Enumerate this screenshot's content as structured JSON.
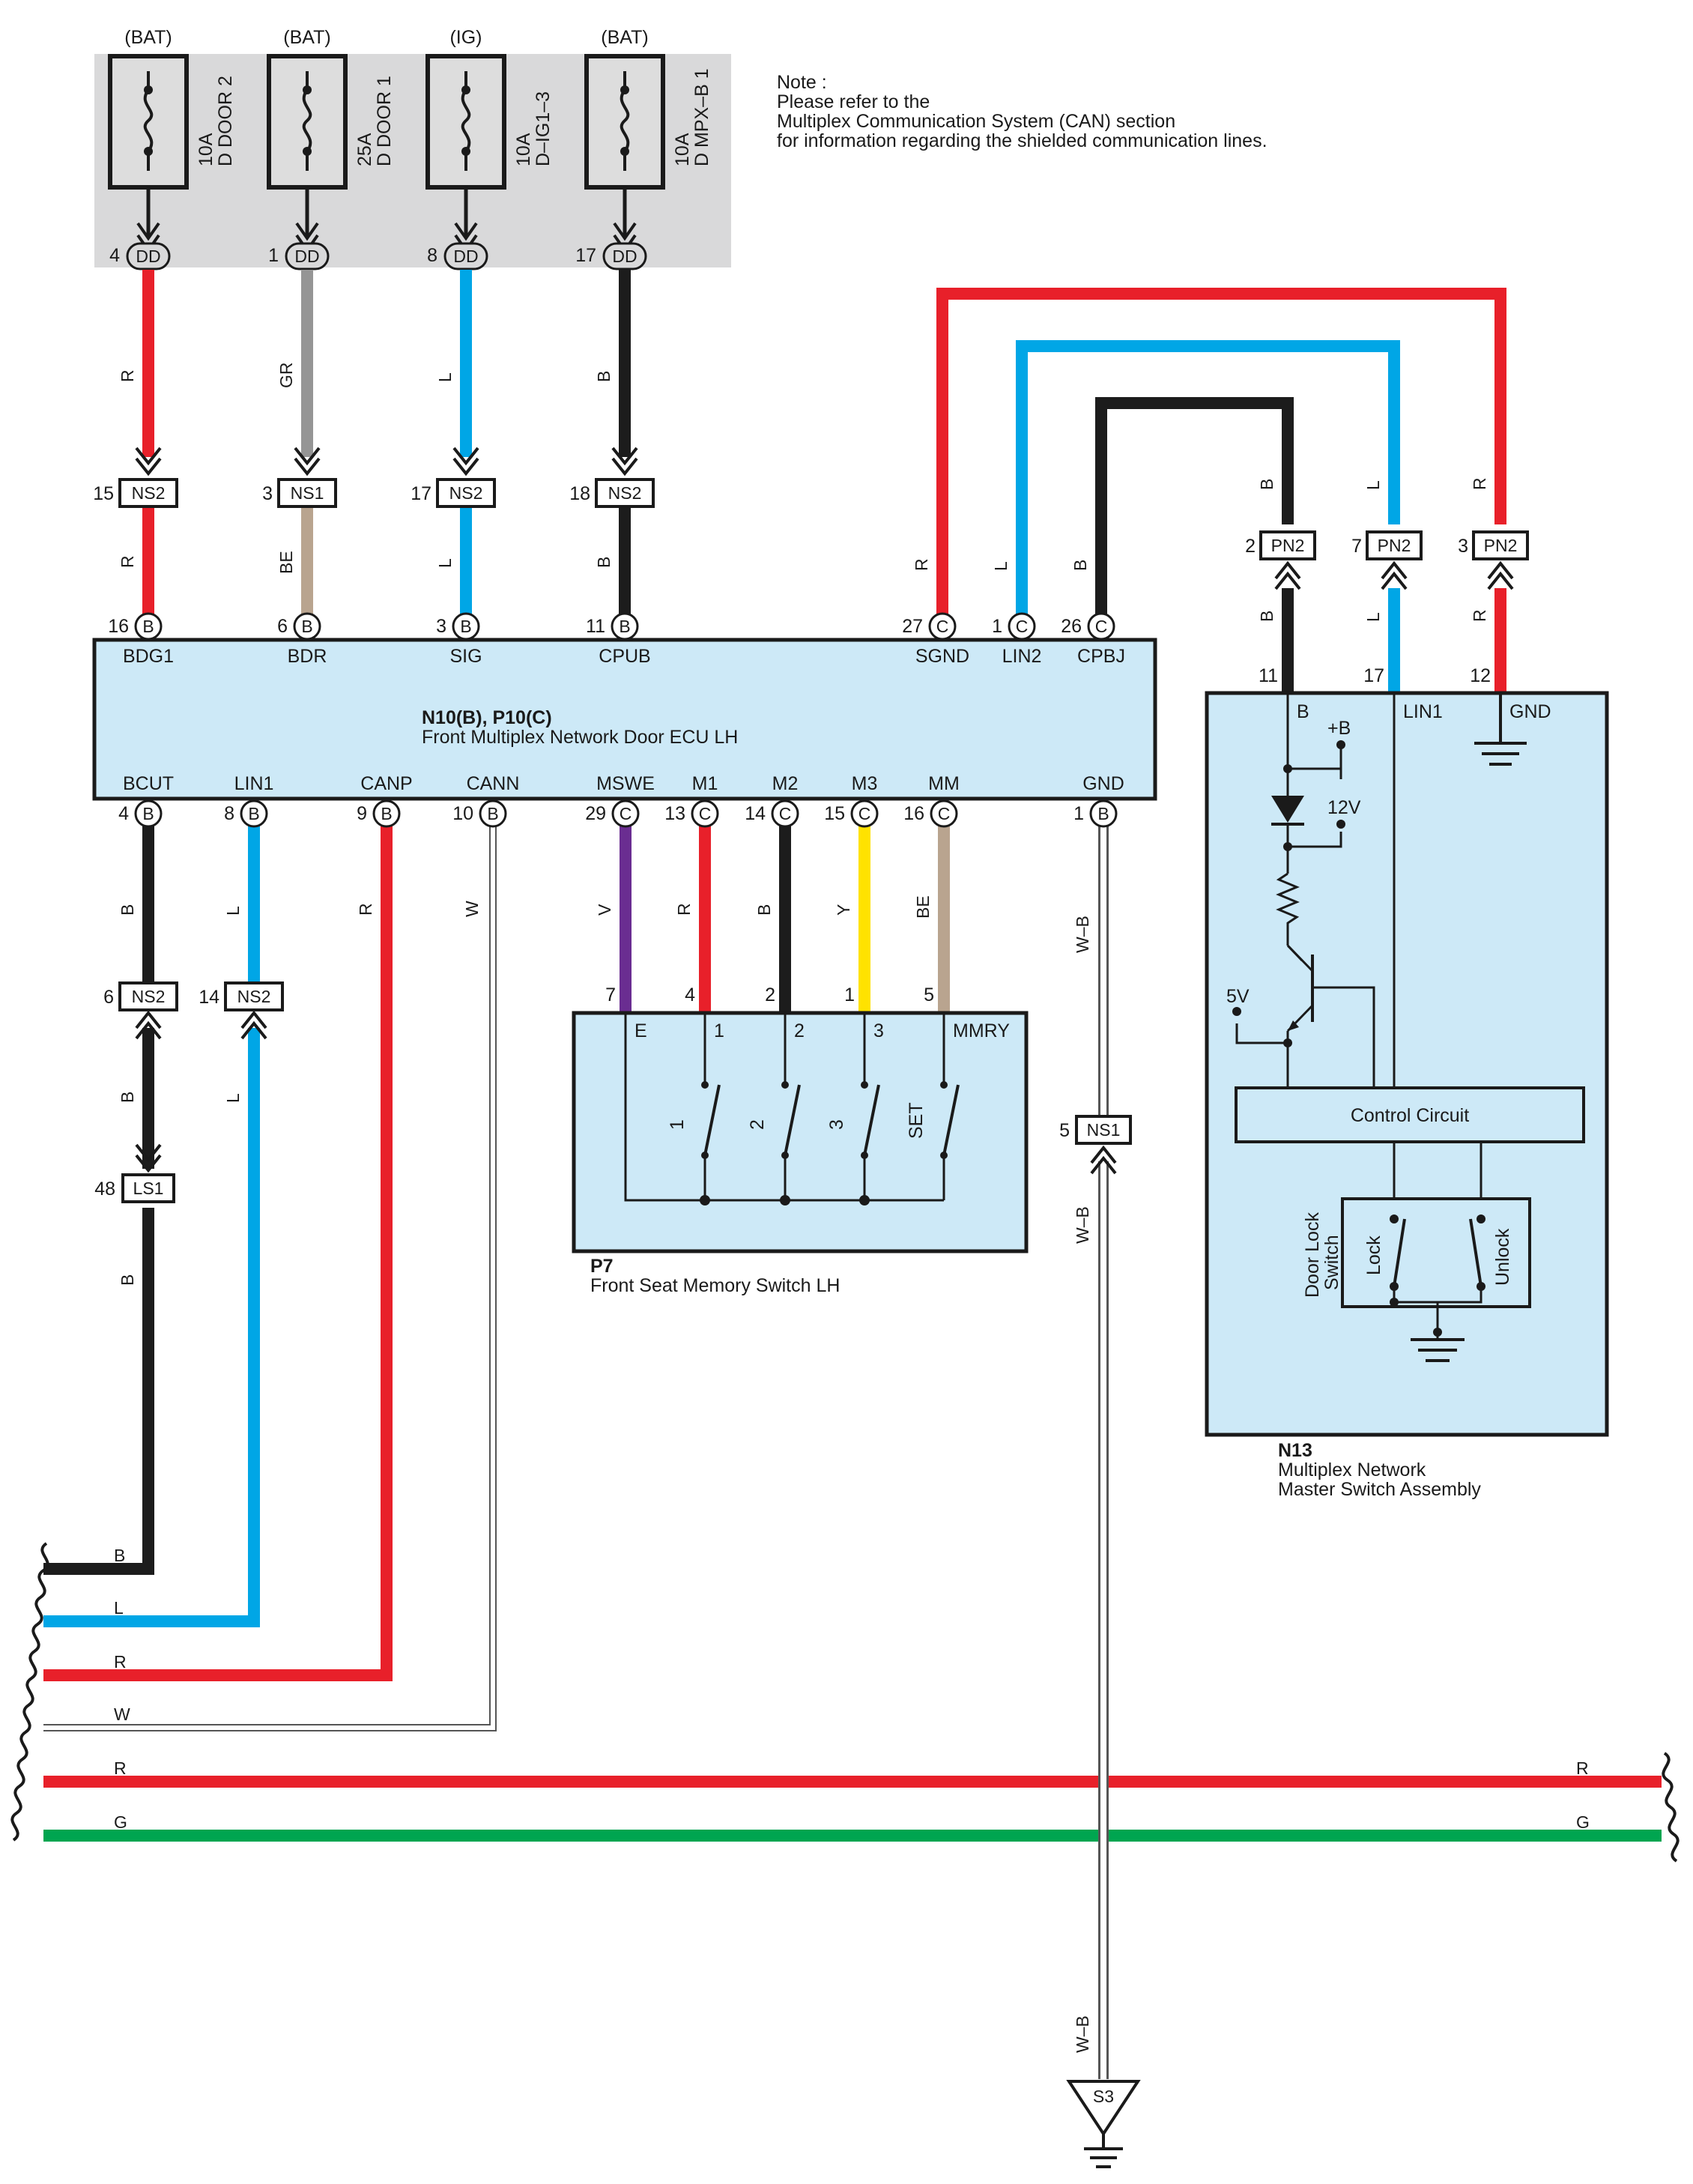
{
  "note": {
    "title": "Note :",
    "lines": [
      "Please refer to the",
      "Multiplex Communication System (CAN) section",
      "for information regarding the shielded communication lines."
    ]
  },
  "colors": {
    "R": "#e8202a",
    "GR": "#959595",
    "L": "#00a6e6",
    "B": "#1c1c1c",
    "BE": "#b9a48f",
    "V": "#6a2d91",
    "Y": "#ffe200",
    "G": "#00a550",
    "W": "#ffffff",
    "panel": "#cde9f7",
    "fuse_box": "#d9d9da"
  },
  "fuses": [
    {
      "supply": "(BAT)",
      "amp": "10A",
      "name": "D DOOR 2",
      "pin": "4",
      "conn": "DD",
      "wire": "R",
      "inline_pin": "15",
      "inline_conn": "NS2"
    },
    {
      "supply": "(BAT)",
      "amp": "25A",
      "name": "D DOOR 1",
      "pin": "1",
      "conn": "DD",
      "wire": "GR",
      "inline_pin": "3",
      "inline_conn": "NS1"
    },
    {
      "supply": "(IG)",
      "amp": "10A",
      "name": "D–IG1–3",
      "pin": "8",
      "conn": "DD",
      "wire": "L",
      "inline_pin": "17",
      "inline_conn": "NS2"
    },
    {
      "supply": "(BAT)",
      "amp": "10A",
      "name": "D MPX–B 1",
      "pin": "17",
      "conn": "DD",
      "wire": "B",
      "inline_pin": "18",
      "inline_conn": "NS2"
    }
  ],
  "ecu": {
    "id": "N10(B), P10(C)",
    "name": "Front Multiplex Network Door ECU LH",
    "top_pins": [
      {
        "pin": "16",
        "conn": "B",
        "name": "BDG1",
        "wire": "R"
      },
      {
        "pin": "6",
        "conn": "B",
        "name": "BDR",
        "wire": "BE"
      },
      {
        "pin": "3",
        "conn": "B",
        "name": "SIG",
        "wire": "L"
      },
      {
        "pin": "11",
        "conn": "B",
        "name": "CPUB",
        "wire": "B"
      },
      {
        "pin": "27",
        "conn": "C",
        "name": "SGND",
        "wire": "R"
      },
      {
        "pin": "1",
        "conn": "C",
        "name": "LIN2",
        "wire": "L"
      },
      {
        "pin": "26",
        "conn": "C",
        "name": "CPBJ",
        "wire": "B"
      }
    ],
    "bottom_pins": [
      {
        "pin": "4",
        "conn": "B",
        "name": "BCUT",
        "wire": "B"
      },
      {
        "pin": "8",
        "conn": "B",
        "name": "LIN1",
        "wire": "L"
      },
      {
        "pin": "9",
        "conn": "B",
        "name": "CANP",
        "wire": "R"
      },
      {
        "pin": "10",
        "conn": "B",
        "name": "CANN",
        "wire": "W"
      },
      {
        "pin": "29",
        "conn": "C",
        "name": "MSWE",
        "wire": "V"
      },
      {
        "pin": "13",
        "conn": "C",
        "name": "M1",
        "wire": "R"
      },
      {
        "pin": "14",
        "conn": "C",
        "name": "M2",
        "wire": "B"
      },
      {
        "pin": "15",
        "conn": "C",
        "name": "M3",
        "wire": "Y"
      },
      {
        "pin": "16",
        "conn": "C",
        "name": "MM",
        "wire": "BE"
      },
      {
        "pin": "1",
        "conn": "B",
        "name": "GND",
        "wire": "W–B"
      }
    ]
  },
  "connectors": {
    "ns2_a": {
      "pin": "6",
      "name": "NS2"
    },
    "ns2_b": {
      "pin": "14",
      "name": "NS2"
    },
    "ls1": {
      "pin": "48",
      "name": "LS1"
    },
    "ns1_gnd": {
      "pin": "5",
      "name": "NS1"
    },
    "pn2": [
      {
        "pin": "2",
        "name": "PN2",
        "wire": "B"
      },
      {
        "pin": "7",
        "name": "PN2",
        "wire": "L"
      },
      {
        "pin": "3",
        "name": "PN2",
        "wire": "R"
      }
    ],
    "ground": "S3"
  },
  "memory_switch": {
    "id": "P7",
    "name": "Front Seat Memory Switch LH",
    "pins": [
      {
        "pin": "7",
        "name": "E"
      },
      {
        "pin": "4",
        "name": "1"
      },
      {
        "pin": "2",
        "name": "2"
      },
      {
        "pin": "1",
        "name": "3"
      },
      {
        "pin": "5",
        "name": "MMRY"
      }
    ],
    "switches": [
      "1",
      "2",
      "3",
      "SET"
    ]
  },
  "master_switch": {
    "id": "N13",
    "name_line1": "Multiplex Network",
    "name_line2": "Master Switch Assembly",
    "pins": [
      {
        "pin": "11",
        "name": "B"
      },
      {
        "pin": "17",
        "name": "LIN1"
      },
      {
        "pin": "12",
        "name": "GND"
      }
    ],
    "plus_b": "+B",
    "v12": "12V",
    "v5": "5V",
    "control": "Control Circuit",
    "switch_name_1": "Door Lock",
    "switch_name_2": "Switch",
    "lock": "Lock",
    "unlock": "Unlock"
  },
  "bundle": [
    "B",
    "L",
    "R",
    "W"
  ],
  "bus": [
    {
      "wire": "R"
    },
    {
      "wire": "G"
    }
  ],
  "gnd_wire": "W–B"
}
